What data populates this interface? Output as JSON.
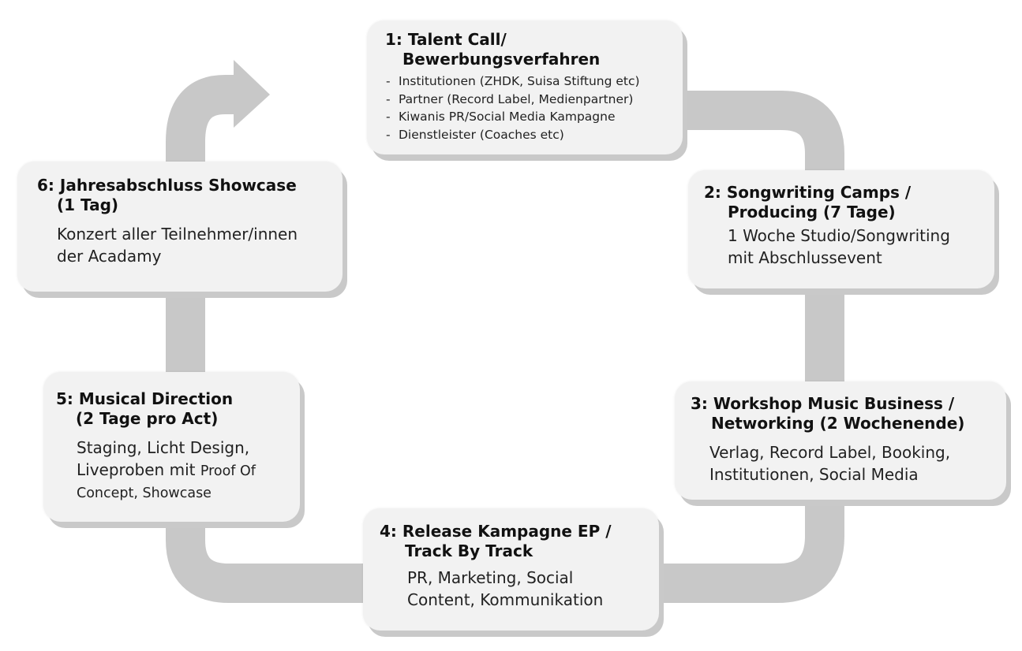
{
  "steps": [
    {
      "num": "1:",
      "title_line1": "Talent Call/",
      "title_line2": "Bewerbungsverfahren",
      "bullets": [
        "Institutionen (ZHDK, Suisa Stiftung etc)",
        "Partner (Record Label, Medienpartner)",
        "Kiwanis PR/Social Media Kampagne",
        "Dienstleister (Coaches etc)"
      ]
    },
    {
      "num": "2:",
      "title_line1": "Songwriting Camps /",
      "title_line2": "Producing (7 Tage)",
      "desc_line1": "1 Woche Studio/Songwriting",
      "desc_line2": "mit Abschlussevent"
    },
    {
      "num": "3:",
      "title_line1": "Workshop Music Business /",
      "title_line2": "Networking (2 Wochenende)",
      "desc_line1": "Verlag, Record Label, Booking,",
      "desc_line2": "Institutionen, Social Media"
    },
    {
      "num": "4:",
      "title_line1": "Release Kampagne EP /",
      "title_line2": "Track By Track",
      "desc_line1": "PR, Marketing, Social",
      "desc_line2": "Content, Kommunikation"
    },
    {
      "num": "5:",
      "title_line1": "Musical Direction",
      "title_line2": "(2 Tage pro Act)",
      "desc_line1": "Staging, Licht Design,",
      "desc_line2a": "Liveproben mit ",
      "desc_line2b": "Proof Of",
      "desc_line3": "Concept, Showcase"
    },
    {
      "num": "6:",
      "title_line1": "Jahresabschluss Showcase",
      "title_line2": "(1 Tag)",
      "desc_line1": "Konzert aller Teilnehmer/innen",
      "desc_line2": "der Acadamy"
    }
  ],
  "colors": {
    "card_bg": "#f2f2f2",
    "card_shadow": "#c9c9c9",
    "loop_arrow": "#c8c8c8",
    "text": "#111111"
  },
  "icons": {
    "cycle_arrow": "curved-arrow-icon"
  }
}
